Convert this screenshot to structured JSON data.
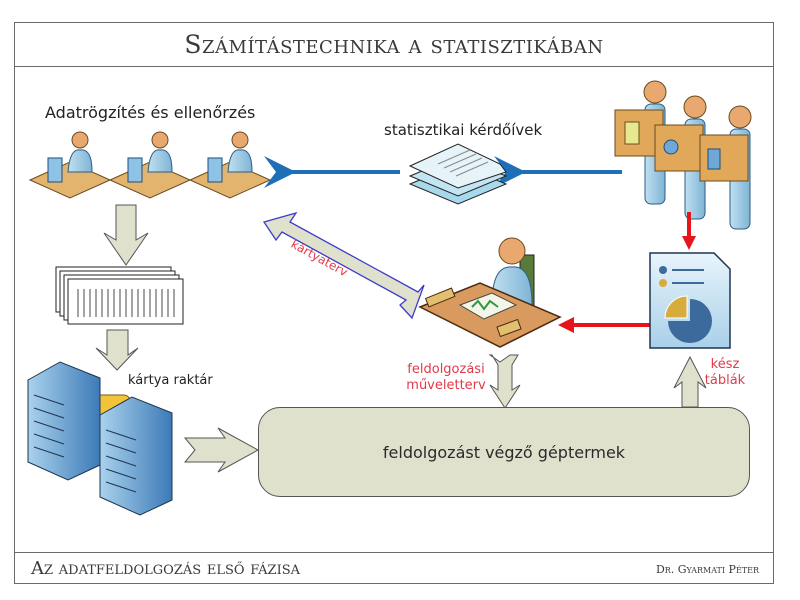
{
  "header": {
    "title": "Számítástechnika a statisztikában"
  },
  "footer": {
    "left": "Az adatfeldolgozás első fázisa",
    "right": "Dr. Gyarmati Péter"
  },
  "diagram": {
    "data_entry_label": "Adatrögzítés és ellenőrzés",
    "questionnaires_label": "statisztikai kérdőívek",
    "card_design_label": "kártyaterv",
    "card_storage_label": "kártya raktár",
    "processing_plan_label_line1": "feldolgozási",
    "processing_plan_label_line2": "műveletterv",
    "finished_tables_label_line1": "kész",
    "finished_tables_label_line2": "táblák",
    "machine_room_label": "feldolgozást végző géptermek"
  },
  "colors": {
    "flow_blue": "#1f6fb8",
    "flow_red": "#e8141c",
    "label_red": "#e23a4a",
    "block_arrow_fill": "#dfe1cd",
    "card_arrow_outline": "#3d3dc8",
    "frame_border": "#6b6b6b"
  }
}
